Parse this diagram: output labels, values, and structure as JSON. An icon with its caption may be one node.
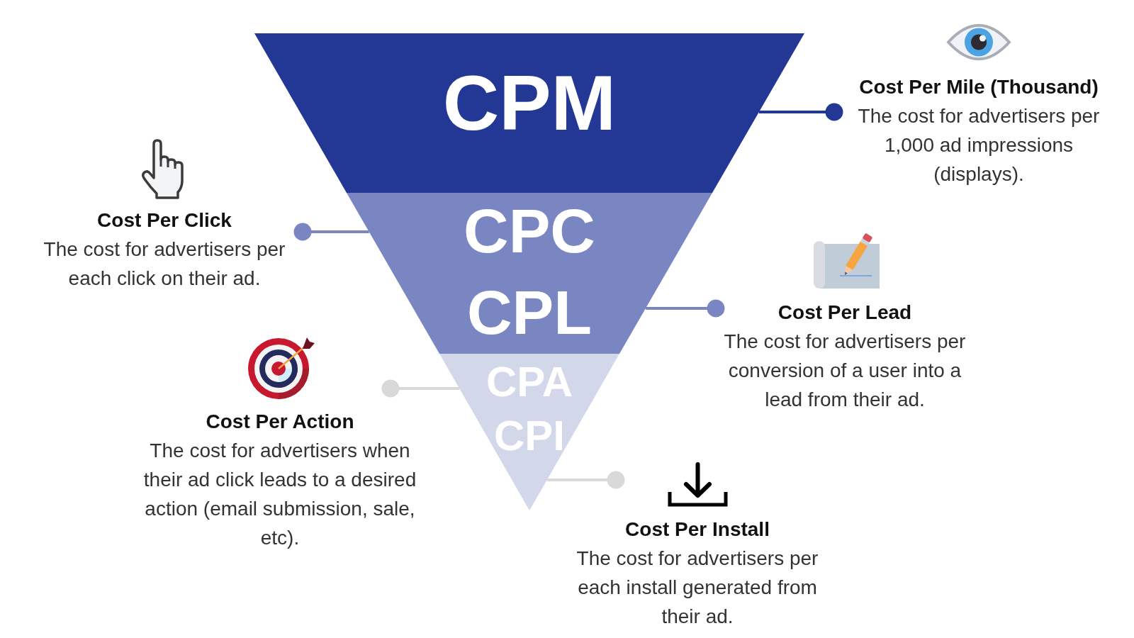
{
  "diagram": {
    "nodes": [
      {
        "text": [
          "CPM"
        ]
      },
      {
        "text": [
          "CPC",
          "CPL"
        ]
      },
      {
        "text": [
          "CPA",
          "CPI"
        ]
      },
      {
        "text": [
          "Cost Per Mile (Thousand)",
          "The cost for advertisers per 1,000 ad impressions (displays)."
        ]
      },
      {
        "text": [
          "Cost Per Click",
          "The cost for advertisers per each click on their ad."
        ]
      },
      {
        "text": [
          "Cost Per Lead",
          "The cost for advertisers per conversion of a user into a lead from their ad."
        ]
      },
      {
        "text": [
          "Cost Per Action",
          "The cost for advertisers when their ad click leads to a desired action (email submission, sale, etc)."
        ]
      },
      {
        "text": [
          "Cost Per Install",
          "The cost for advertisers per each install generated from their ad."
        ]
      }
    ],
    "edges": [
      {
        "from": 3,
        "to": 0,
        "arrow": "other",
        "color": "#233895"
      },
      {
        "from": 4,
        "to": 1,
        "arrow": "other",
        "color": "#7a86c2"
      },
      {
        "from": 5,
        "to": 1,
        "arrow": "other",
        "color": "#7a86c2"
      },
      {
        "from": 6,
        "to": 2,
        "arrow": "other",
        "color": "#d9d9d9"
      },
      {
        "from": 7,
        "to": 2,
        "arrow": "other",
        "color": "#d9d9d9"
      }
    ]
  }
}
